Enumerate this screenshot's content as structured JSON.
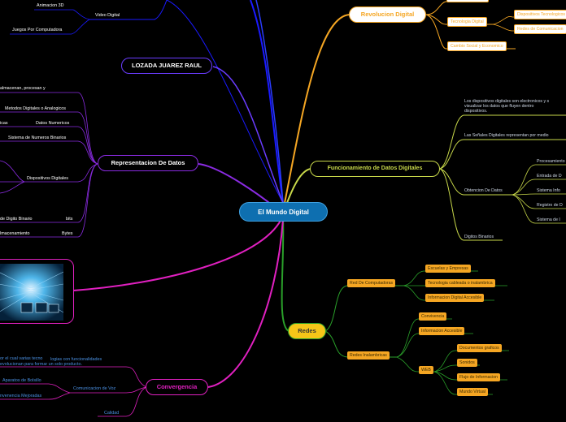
{
  "center": "El Mundo Digital",
  "author": "LOZADA JUAREZ RAUL",
  "colors": {
    "center_fill": "#0e6fb0",
    "revolucion": "#f5a623",
    "funcionamiento": "#c8d84a",
    "redes": "#f5c518",
    "redes_branch": "#2aa02a",
    "representacion": "#8a2be2",
    "convergencia": "#e020c0",
    "author": "#6a3cff",
    "top": "#1a1aff"
  },
  "top_branch": {
    "items": [
      "Animacion 3D",
      "Video Digital",
      "Juegos Por Computadora"
    ]
  },
  "revolucion": {
    "label": "Revolucion Digital",
    "children": [
      "Tecnologia Digital",
      "Cambio Social y Economico"
    ],
    "tech_children": [
      "Dispositivos Tecnologicos",
      "Redes de Comunicacion"
    ]
  },
  "funcionamiento": {
    "label": "Funcionamiento de Datos Digitales",
    "items": [
      "Los dispositivos digitales son electronicos y s",
      "visualizar los datos que fluyen dentro",
      "dispositivos.",
      "Las Señales Digitales representan por medio",
      "Obtencion De Datos",
      "Digitos Binarios"
    ],
    "obtencion_children": [
      "Procesamiento",
      "Entrada de D",
      "Sistema Info",
      "Registro de D",
      "Sistema de I"
    ]
  },
  "redes": {
    "label": "Redes",
    "red_computadoras": "Red De Computadoras",
    "red_children": [
      "Escuelas y Empresas",
      "Tecnologia cableada o inalambrica",
      "Informacion Digital Accesible"
    ],
    "inalambricas": "Redes Inalambricas",
    "inal_children": [
      "Convivencia",
      "Informacion Accesible",
      "WEB"
    ],
    "web_children": [
      "Documentos graficos",
      "Sonidos",
      "Flujo de Informacion",
      "Mundo Virtual"
    ]
  },
  "representacion": {
    "label": "Representacion De Datos",
    "items": [
      "almacenan, procesan y",
      "Metodos Digitales o Analogicos",
      "icas",
      "Datos Numericos",
      "Sistema de Numeros Binarios",
      "Dispositivos Digitales",
      "de Digito Binario",
      "bits",
      "lmacenamiento",
      "Bytes"
    ]
  },
  "convergencia": {
    "label": "Convergencia",
    "items": [
      "or el cual varias tecno",
      "logias con funcionalidades",
      "evolucionan para formar un solo producto.",
      "Aparatos de Bolsillo",
      "Comunicacion de Voz",
      "nvenencia Mejoradas",
      "Calidad"
    ]
  }
}
